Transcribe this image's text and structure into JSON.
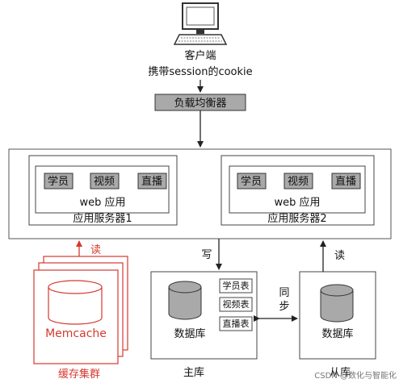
{
  "client": {
    "label": "客户端",
    "sublabel": "携带session的cookie"
  },
  "load_balancer": {
    "label": "负载均衡器"
  },
  "app_servers": [
    {
      "label": "应用服务器1",
      "web_label": "web 应用",
      "modules": [
        "学员",
        "视频",
        "直播"
      ]
    },
    {
      "label": "应用服务器2",
      "web_label": "web 应用",
      "modules": [
        "学员",
        "视频",
        "直播"
      ]
    }
  ],
  "cache": {
    "name": "Memcache",
    "caption": "缓存集群",
    "read_label": "读",
    "color": "#d43a2f"
  },
  "master_db": {
    "db_label": "数据库",
    "caption": "主库",
    "tables": [
      "学员表",
      "视频表",
      "直播表"
    ],
    "write_label": "写"
  },
  "slave_db": {
    "db_label": "数据库",
    "caption": "从库",
    "read_label": "读"
  },
  "sync": {
    "label_1": "同",
    "label_2": "步"
  },
  "watermark": "CSDN @数化与智能化"
}
